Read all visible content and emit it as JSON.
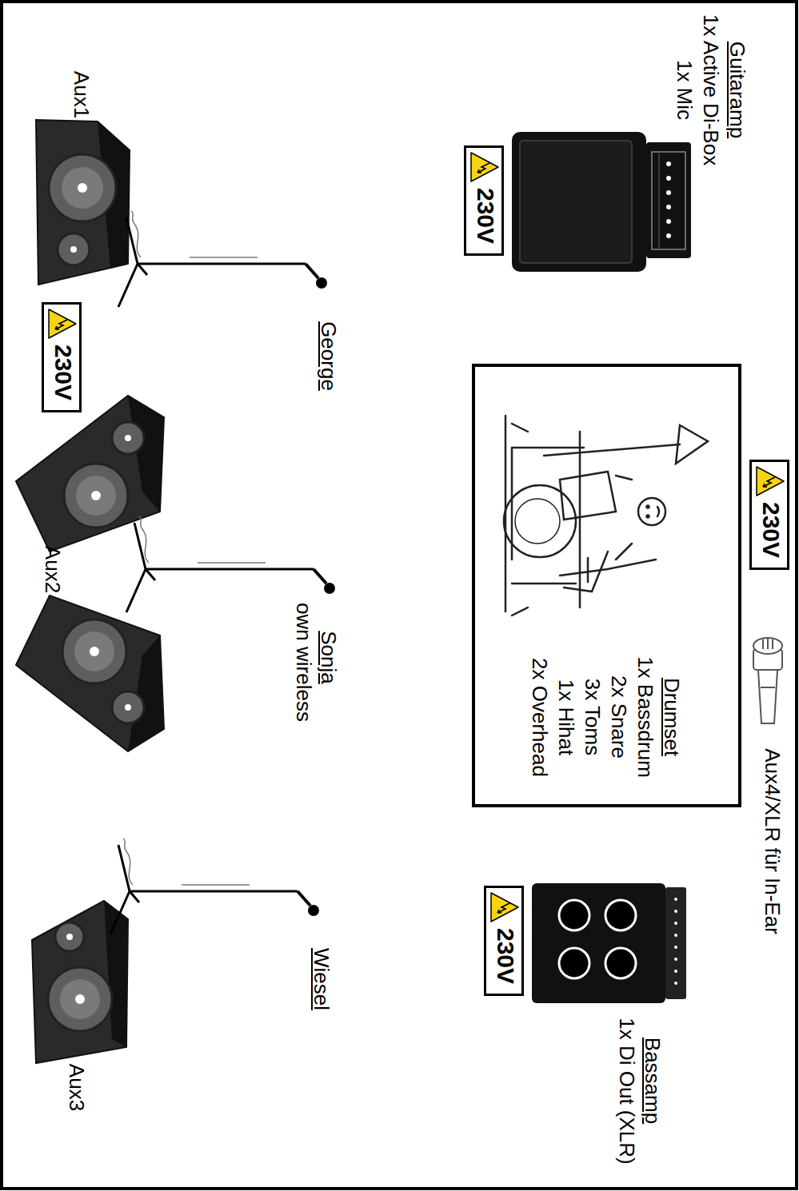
{
  "diagram": {
    "nodes": [
      {
        "text": [
          "230V"
        ]
      },
      {
        "text": [
          "230V"
        ]
      },
      {
        "text": [
          "Drumset",
          "1x Bassdrum",
          "2x Snare",
          "3x Toms",
          "1x Hihat",
          "2x Overhead"
        ]
      },
      {
        "text": [
          "230V"
        ]
      },
      {
        "text": [
          "230V"
        ]
      }
    ],
    "labels": [
      "Guitaramp",
      "1x Active Di-Box",
      "1x Mic",
      "Aux4/XLR für In-Ear",
      "Bassamp",
      "1x Di Out (XLR)",
      "George",
      "Sonja",
      "own wireless",
      "Wiesel",
      "Aux1",
      "Aux2",
      "Aux3"
    ]
  }
}
